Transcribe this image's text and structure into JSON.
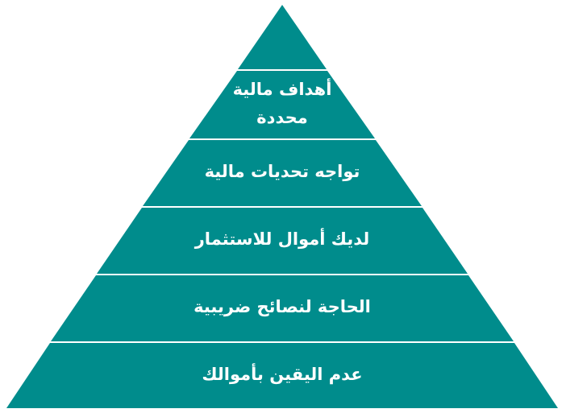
{
  "diagram": {
    "type": "pyramid",
    "fill_color": "#008C8C",
    "separator_color": "#ffffff",
    "text_color": "#ffffff",
    "tiers": [
      {
        "lines": []
      },
      {
        "lines": [
          "أهداف مالية",
          "محددة"
        ]
      },
      {
        "lines": [
          "تواجه تحديات مالية"
        ]
      },
      {
        "lines": [
          "لديك أموال للاستثمار"
        ]
      },
      {
        "lines": [
          "الحاجة لنصائح ضريبية"
        ]
      },
      {
        "lines": [
          "عدم اليقين بأموالك"
        ]
      }
    ]
  }
}
